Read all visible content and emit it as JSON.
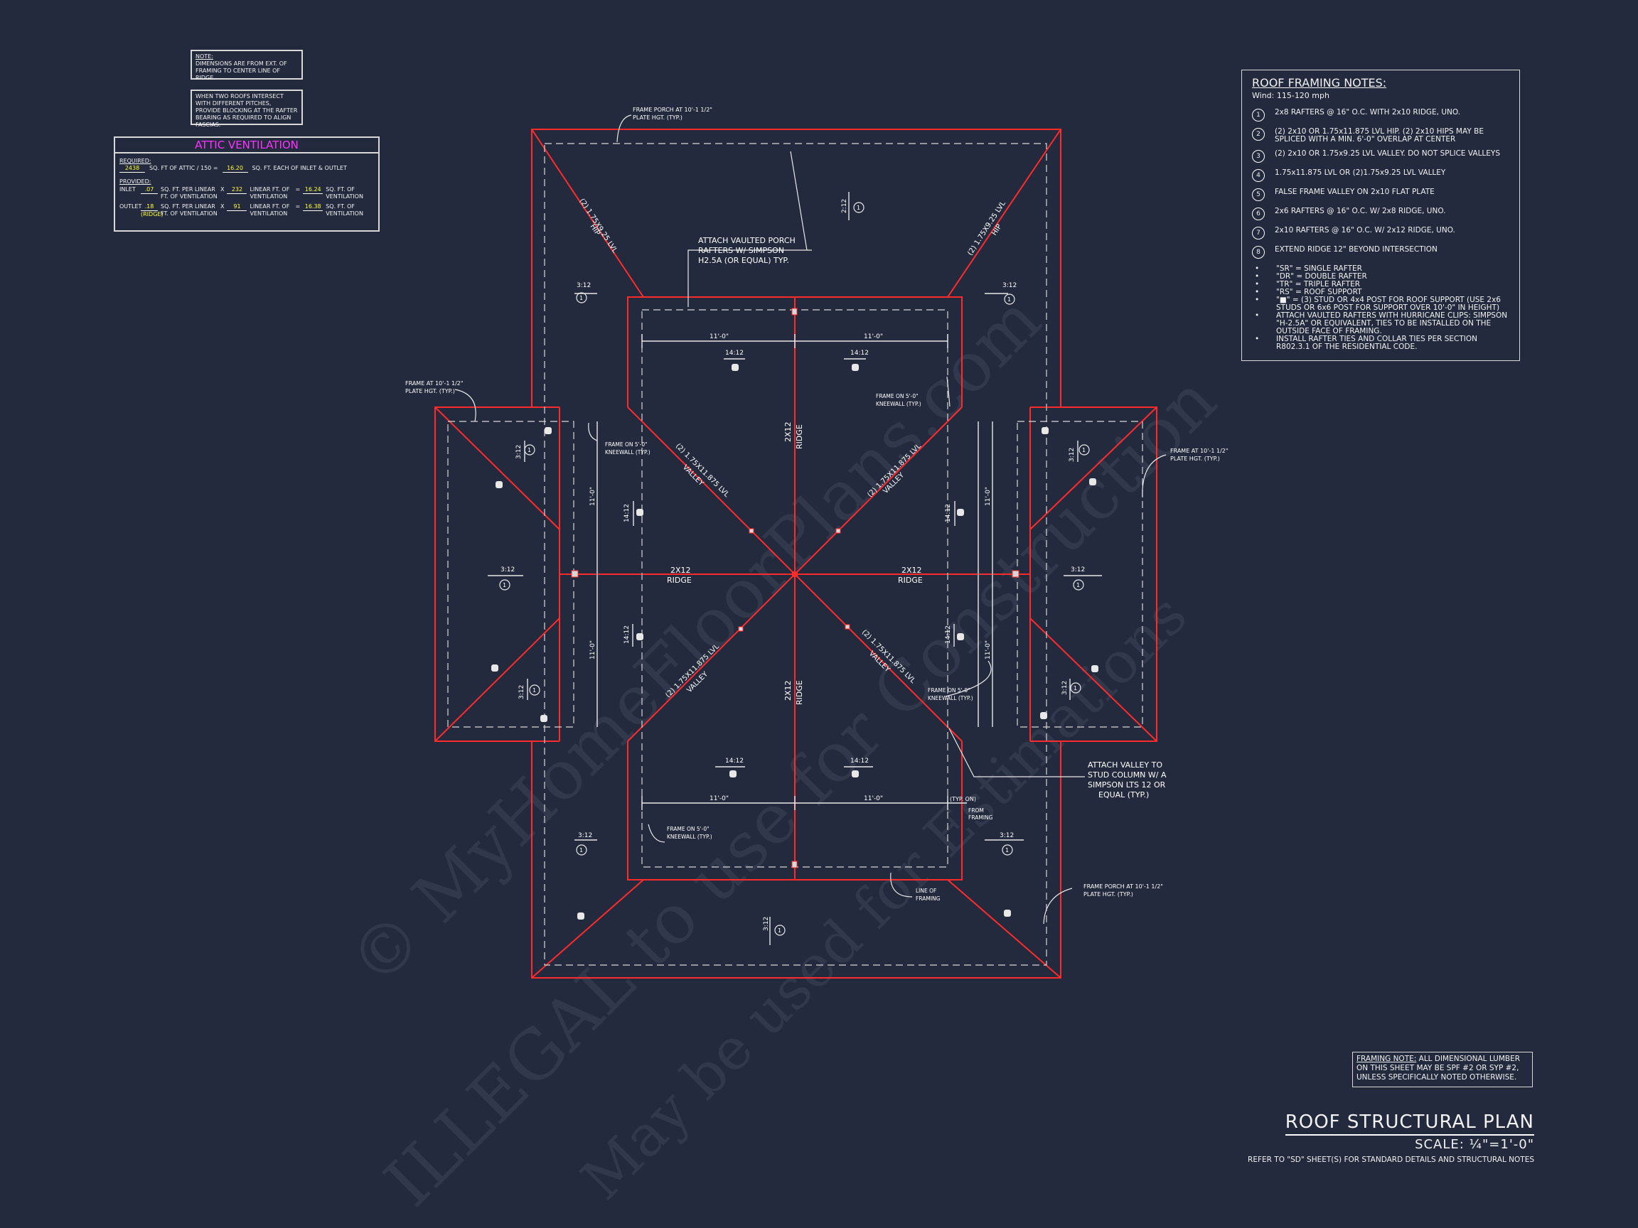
{
  "notes": {
    "note1_title": "NOTE:",
    "note1_body": "DIMENSIONS ARE FROM EXT. OF FRAMING TO CENTER LINE OF RIDGE.",
    "note2_body": "WHEN TWO ROOFS INTERSECT WITH DIFFERENT PITCHES, PROVIDE BLOCKING AT THE RAFTER BEARING AS REQUIRED TO ALIGN FASCIAS."
  },
  "attic": {
    "title": "ATTIC VENTILATION",
    "required_label": "REQUIRED:",
    "req_val1": "2438",
    "req_text1": "SQ. FT OF ATTIC / 150 =",
    "req_val2": "16.20",
    "req_text2": "SQ. FT. EACH OF INLET & OUTLET",
    "provided_label": "PROVIDED:",
    "inlet_label": "INLET",
    "inlet_val1": ".07",
    "inlet_text1": "SQ. FT. PER LINEAR FT. OF VENTILATION",
    "inlet_x": "x",
    "inlet_val2": "232",
    "inlet_text2": "LINEAR FT. OF VENTILATION",
    "inlet_eq": "=",
    "inlet_val3": "16.24",
    "inlet_text3": "SQ. FT. OF VENTILATION",
    "outlet_label": "OUTLET",
    "outlet_val1": ".18",
    "outlet_ridge": "(RIDGE)",
    "outlet_text1": "SQ. FT. PER LINEAR FT. OF VENTILATION",
    "outlet_x": "x",
    "outlet_val2": "91",
    "outlet_text2": "LINEAR FT. OF VENTILATION",
    "outlet_eq": "=",
    "outlet_val3": "16.38",
    "outlet_text3": "SQ. FT. OF VENTILATION"
  },
  "framing_notes": {
    "title": "ROOF FRAMING NOTES:",
    "wind": "Wind: 115-120 mph",
    "items": [
      {
        "num": "1",
        "text": "2x8 RAFTERS @ 16\" O.C. WITH 2x10 RIDGE, UNO."
      },
      {
        "num": "2",
        "text": "(2) 2x10 OR 1.75x11.875 LVL HIP. (2) 2x10 HIPS MAY BE SPLICED WITH A MIN. 6'-0\" OVERLAP AT CENTER"
      },
      {
        "num": "3",
        "text": "(2) 2x10 OR 1.75x9.25 LVL VALLEY. DO NOT SPLICE VALLEYS"
      },
      {
        "num": "4",
        "text": "1.75x11.875 LVL OR (2)1.75x9.25 LVL VALLEY"
      },
      {
        "num": "5",
        "text": "FALSE FRAME VALLEY ON 2x10 FLAT PLATE"
      },
      {
        "num": "6",
        "text": "2x6 RAFTERS @ 16\" O.C. W/ 2x8 RIDGE, UNO."
      },
      {
        "num": "7",
        "text": "2x10 RAFTERS @ 16\" O.C. W/ 2x12 RIDGE, UNO."
      },
      {
        "num": "8",
        "text": "EXTEND RIDGE 12\" BEYOND INTERSECTION"
      }
    ],
    "bullets": [
      "\"SR\"  = SINGLE RAFTER",
      "\"DR\" = DOUBLE RAFTER",
      "\"TR\" = TRIPLE RAFTER",
      "\"RS\" = ROOF SUPPORT",
      "\"■\" = (3) STUD OR 4x4 POST FOR ROOF SUPPORT (USE 2x6 STUDS OR 6x6 POST FOR SUPPORT OVER 10'-0\" IN HEIGHT)",
      "ATTACH VAULTED RAFTERS WITH HURRICANE CLIPS: SIMPSON \"H-2.5A\" OR EQUIVALENT, TIES TO BE INSTALLED ON THE OUTSIDE FACE OF FRAMING.",
      "INSTALL RAFTER TIES AND COLLAR TIES PER SECTION R802.3.1 OF THE  RESIDENTIAL CODE."
    ],
    "bullet_marks": [
      "•",
      "•",
      "•",
      "•",
      "•",
      "•",
      "•"
    ]
  },
  "plan": {
    "frame_porch_top": [
      "FRAME PORCH AT 10'-1 1/2\"",
      "PLATE HGT. (TYP.)"
    ],
    "frame_porch_bottom": [
      "FRAME PORCH AT 10'-1 1/2\"",
      "PLATE HGT. (TYP.)"
    ],
    "frame_left": [
      "FRAME AT 10'-1 1/2\"",
      "PLATE HGT. (TYP.)"
    ],
    "frame_right": [
      "FRAME AT 10'-1 1/2\"",
      "PLATE HGT. (TYP.)"
    ],
    "attach_porch": [
      "ATTACH VAULTED PORCH",
      "RAFTERS W/ SIMPSON",
      "H2.5A (OR EQUAL) TYP."
    ],
    "attach_valley": [
      "ATTACH VALLEY TO",
      "STUD COLUMN W/ A",
      "SIMPSON LTS 12 OR",
      "EQUAL (TYP.)"
    ],
    "kneewall": [
      "FRAME ON 5'-0\"",
      "KNEEWALL (TYP.)"
    ],
    "line_of_framing": [
      "LINE OF",
      "FRAMING"
    ],
    "typ_on": "(TYP. ON)",
    "from_framing": [
      "FROM",
      "FRAMING"
    ],
    "hip_lvl": [
      "(2) 1.75x9.25 LVL",
      "HIP"
    ],
    "valley_lvl": [
      "(2) 1.75x11.875 LVL",
      "VALLEY"
    ],
    "ridge": [
      "2x12",
      "RIDGE"
    ],
    "dim_11": "11'-0\"",
    "dim_11b": "11'-0\"",
    "pitch_3": "3:12",
    "pitch_14": "14:12",
    "pitch_2": "2:12",
    "tag1": "1"
  },
  "framing_note": {
    "label": "FRAMING NOTE:",
    "text": " ALL DIMENSIONAL LUMBER ON THIS SHEET MAY BE SPF #2 OR SYP #2, UNLESS SPECIFICALLY NOTED OTHERWISE."
  },
  "title_block": {
    "title": "ROOF STRUCTURAL PLAN",
    "scale": "SCALE: ¼\"=1'-0\"",
    "refer": "REFER TO \"SD\" SHEET(S) FOR STANDARD DETAILS AND STRUCTURAL NOTES"
  },
  "watermark": {
    "line1": "© MyHomeFloorPlans.com",
    "line2": "ILLEGAL to use for Construction",
    "line3": "May be used for Estimations"
  },
  "colors": {
    "background": "#232a3d",
    "roof_lines": "#ff2b2b",
    "linework": "#d8d8d8",
    "highlight": "#ffff33",
    "attic_title": "#ff33ff"
  }
}
